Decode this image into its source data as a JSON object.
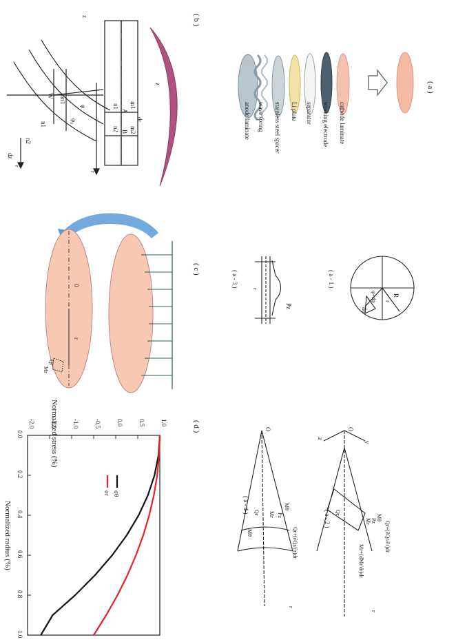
{
  "panel_labels": {
    "a": "( a )",
    "b": "( b )",
    "c": "( c )",
    "d": "( d )"
  },
  "sub_labels": {
    "a1": "( a - 1 )",
    "a2": "( a - 2 )",
    "a3": "( a - 3 )",
    "a4": "( a - 4 )"
  },
  "layers": [
    {
      "name": "anode laminate",
      "color": "#b8c7cf"
    },
    {
      "name": "wave spring",
      "color": "#cdd6dc"
    },
    {
      "name": "stainless steel spacer",
      "color": "#c9d3d8"
    },
    {
      "name": "Li plate",
      "color": "#f3e2a6"
    },
    {
      "name": "separator",
      "color": "#f4f4f4"
    },
    {
      "name": "working electrode",
      "color": "#4f5f6c"
    },
    {
      "name": "cathode laminate",
      "color": "#f4c1ae"
    }
  ],
  "product_color": "#f6b9a3",
  "diagram_b": {
    "z1": "z",
    "z2": "z",
    "W": "W",
    "m1": "m1",
    "m1b": "m1",
    "n1": "n1",
    "n1b": "n1",
    "n2": "n2",
    "n2b": "n2",
    "m2": "m2",
    "A": "A",
    "B": "B",
    "dr": "dr",
    "dz": "dz",
    "phi": "φ",
    "phi0": "φ₀",
    "r": "r",
    "r2": "r"
  },
  "diagram_a1": {
    "R": "R",
    "r": "r",
    "phi_dphi": "φ+dφ",
    "dphi": "dφ"
  },
  "diagram_a3": {
    "Pz": "Pz",
    "r": "r"
  },
  "diagram_a2": {
    "O": "O",
    "z": "z",
    "y": "y",
    "Qr_top": "Qr+(∂Qr/∂r)dr",
    "Mtheta": "Mθ",
    "Pz": "Pz",
    "Mr": "Mr",
    "Mr_top": "Mr+(dMr/dr)dr",
    "Qr": "Qr",
    "r": "r"
  },
  "diagram_a4": {
    "O": "O",
    "Mtheta": "Mθ",
    "Pz": "Pz",
    "Qr_top": "Qr+(∂Qr/∂r)dr",
    "Qr": "Qr",
    "Mr": "Mr",
    "Mtheta2": "Mθ",
    "r": "r"
  },
  "diagram_c": {
    "zero": "0",
    "r": "r",
    "Qr": "Qr",
    "Mr": "Mr"
  },
  "colors": {
    "accent_blue": "#5b9bd5",
    "coin_fill": "#f7c8b2",
    "bowl_fill": "#b0527f"
  },
  "chart_data": {
    "type": "line",
    "xlabel": "Normalized radius (%)",
    "ylabel": "Normalized stress (%)",
    "xlim": [
      0.0,
      1.0
    ],
    "ylim": [
      -2.0,
      1.0
    ],
    "x_ticks": [
      "0.0",
      "0.2",
      "0.4",
      "0.6",
      "0.8",
      "1.0"
    ],
    "y_ticks": [
      "-2.0",
      "-1.5",
      "-1.0",
      "-0.5",
      "0.0",
      "0.5",
      "1.0"
    ],
    "x": [
      0.0,
      0.1,
      0.2,
      0.3,
      0.4,
      0.5,
      0.6,
      0.7,
      0.8,
      0.9,
      1.0
    ],
    "series": [
      {
        "name": "σθ",
        "color": "#111111",
        "values": [
          1.0,
          0.97,
          0.88,
          0.73,
          0.52,
          0.25,
          -0.08,
          -0.47,
          -0.92,
          -1.43,
          -1.7
        ]
      },
      {
        "name": "σr",
        "color": "#e8202a",
        "values": [
          1.0,
          0.985,
          0.94,
          0.865,
          0.76,
          0.625,
          0.46,
          0.265,
          0.04,
          -0.215,
          -0.5
        ]
      }
    ],
    "legend_position": "top-left",
    "grid": false
  }
}
